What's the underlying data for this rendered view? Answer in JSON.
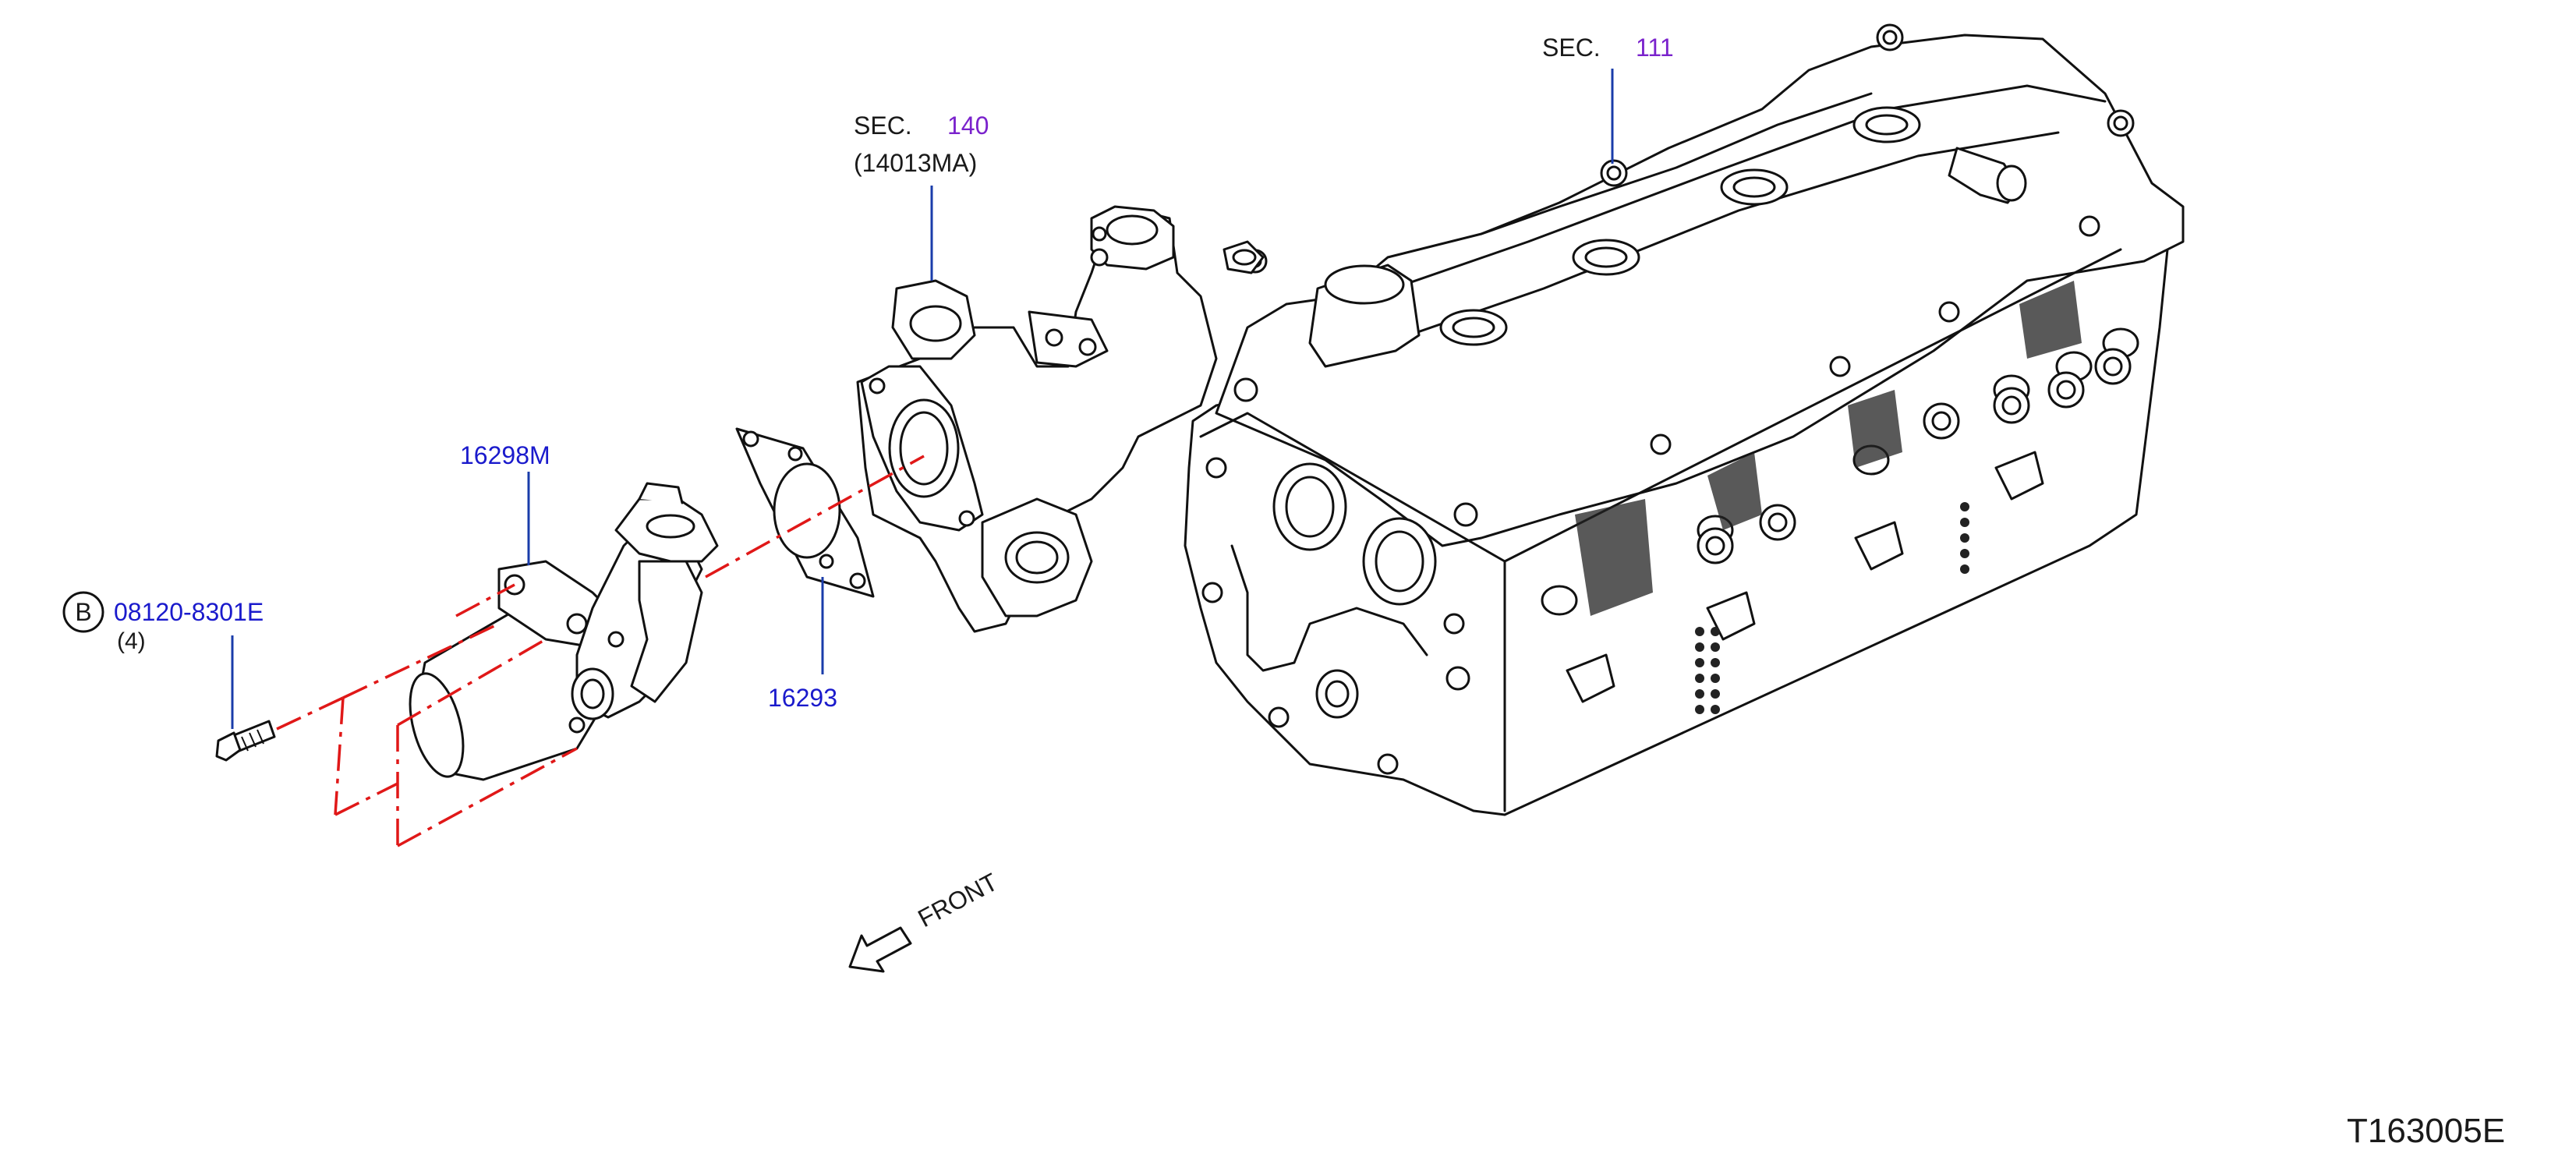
{
  "colors": {
    "callout_blue": "#1a1acc",
    "section_purple": "#7a22cc",
    "leader_blue": "#1a3caa",
    "alignment_red": "#e01818",
    "line_black": "#111111"
  },
  "callouts": {
    "sec111": {
      "prefix": "SEC.",
      "number": "111"
    },
    "sec140": {
      "prefix": "SEC.",
      "number": "140",
      "sub": "(14013MA)"
    },
    "throttle_body": {
      "part_no": "16298M"
    },
    "gasket": {
      "part_no": "16293"
    },
    "bolt": {
      "badge": "B",
      "part_no": "08120-8301E",
      "qty": "(4)"
    }
  },
  "front_indicator": {
    "label": "FRONT"
  },
  "diagram_code": "T163005E"
}
